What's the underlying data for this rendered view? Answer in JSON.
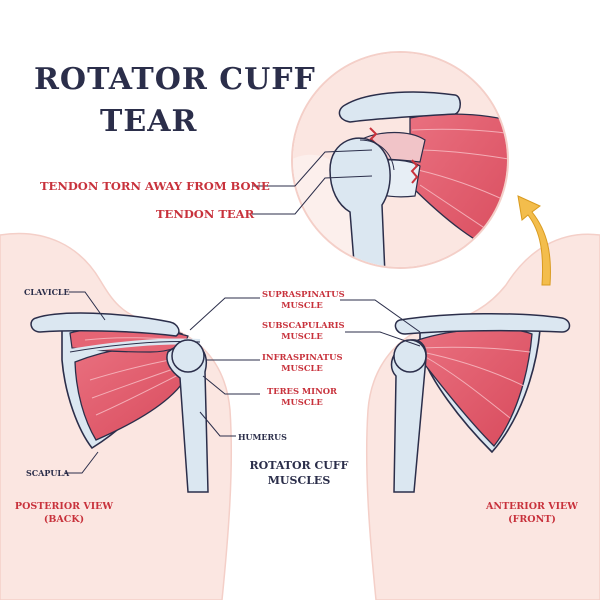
{
  "title": {
    "line1": "ROTATOR CUFF",
    "line2": "TEAR"
  },
  "callouts": {
    "tendon_torn": "TENDON TORN AWAY FROM BONE",
    "tendon_tear": "TENDON TEAR"
  },
  "muscles": {
    "supraspinatus": [
      "SUPRASPINATUS",
      "MUSCLE"
    ],
    "subscapularis": [
      "SUBSCAPULARIS",
      "MUSCLE"
    ],
    "infraspinatus": [
      "INFRASPINATUS",
      "MUSCLE"
    ],
    "teres_minor": [
      "TERES MINOR",
      "MUSCLE"
    ]
  },
  "bones": {
    "clavicle": "CLAVICLE",
    "scapula": "SCAPULA",
    "humerus": "HUMERUS"
  },
  "subtitle": [
    "ROTATOR CUFF",
    "MUSCLES"
  ],
  "views": {
    "posterior": [
      "POSTERIOR VIEW",
      "(BACK)"
    ],
    "anterior": [
      "ANTERIOR VIEW",
      "(FRONT)"
    ]
  },
  "colors": {
    "title": "#2b2e4a",
    "accent_red": "#c8323c",
    "muscle": "#e0596a",
    "bone": "#d6e4ef",
    "skin": "#fbe3de",
    "outline": "#2b2e4a",
    "arrow": "#f3bd4c"
  }
}
